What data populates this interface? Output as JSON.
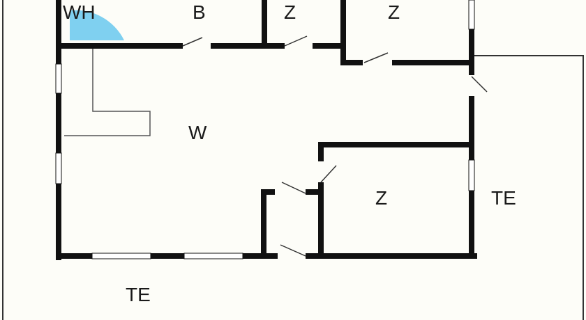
{
  "rooms": {
    "wh": "WH",
    "b": "B",
    "z_top_small": "Z",
    "z_top_right": "Z",
    "w": "W",
    "z_mid": "Z",
    "te_right": "TE",
    "te_bottom": "TE"
  },
  "colors": {
    "wall": "#111111",
    "floor": "#fdfdf8",
    "window": "#ffffff",
    "fixture": "#7fd0f0",
    "thin_line": "#555555"
  }
}
